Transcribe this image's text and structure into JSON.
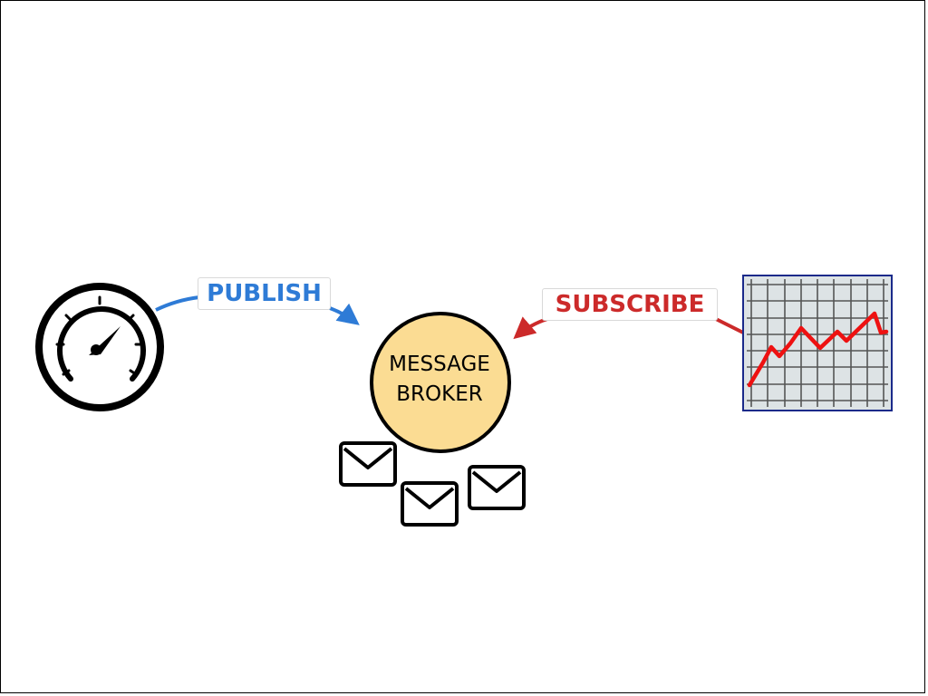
{
  "labels": {
    "publish": "PUBLISH",
    "subscribe": "SUBSCRIBE",
    "broker_line1": "MESSAGE",
    "broker_line2": "BROKER"
  },
  "colors": {
    "publish": "#2e7bd6",
    "subscribe": "#cc2a2a",
    "broker_fill": "#fbdc93",
    "chart_bg": "#dde3e5",
    "chart_border": "#1a2a8a",
    "chart_line": "#ee1111",
    "grid": "#555555"
  },
  "icons": {
    "publisher": "gauge-icon",
    "subscriber": "line-chart-icon",
    "messages": "envelope-icon"
  }
}
